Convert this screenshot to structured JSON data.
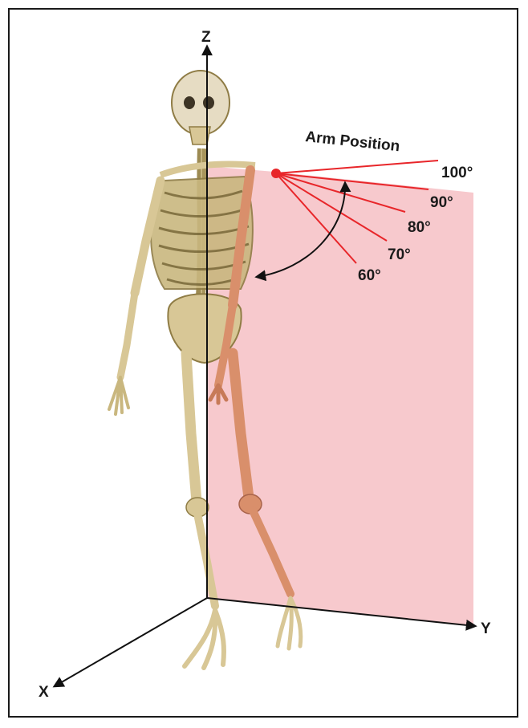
{
  "figure": {
    "title": "Arm Position",
    "axes": {
      "x": "X",
      "y": "Y",
      "z": "Z"
    },
    "arm_angles": [
      "100°",
      "90°",
      "80°",
      "70°",
      "60°"
    ],
    "angles_deg": [
      100,
      90,
      80,
      70,
      60
    ],
    "colors": {
      "plane": "#f6c0c4",
      "angle_line": "#e8262a",
      "axis": "#111111",
      "bone": "#d8c796",
      "bone_shade": "#8f7c45",
      "bone_tinted": "#d98f6b"
    }
  }
}
